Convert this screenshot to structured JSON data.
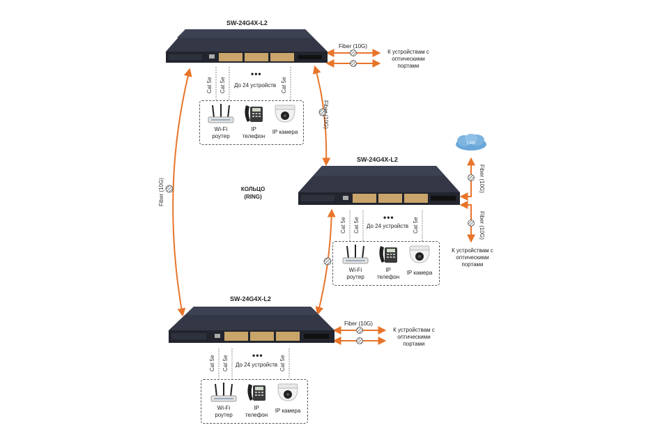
{
  "switches": [
    {
      "id": "top",
      "model": "SW-24G4X-L2"
    },
    {
      "id": "middle",
      "model": "SW-24G4X-L2"
    },
    {
      "id": "bottom",
      "model": "SW-24G4X-L2"
    }
  ],
  "ring": {
    "line1": "КОЛЬЦО",
    "line2": "(RING)"
  },
  "fiber_label": "Fiber (10G)",
  "cable_label": "Cat 5e",
  "up_to_devices": "До 24 устройств",
  "ellipsis": "•••",
  "optical_target": {
    "line1": "К устройствам с",
    "line2": "оптическими",
    "line3": "портами"
  },
  "lan_label": "LAN",
  "devices": [
    {
      "icon": "wifi-router-icon",
      "line1": "Wi-Fi",
      "line2": "роутер"
    },
    {
      "icon": "ip-phone-icon",
      "line1": "IP",
      "line2": "телефон"
    },
    {
      "icon": "ip-camera-icon",
      "line1": "IP камера",
      "line2": ""
    }
  ],
  "colors": {
    "fiber": "#e8742a",
    "switch_body": "#2b2f3a",
    "lan_cloud": "#6aa7d8"
  }
}
